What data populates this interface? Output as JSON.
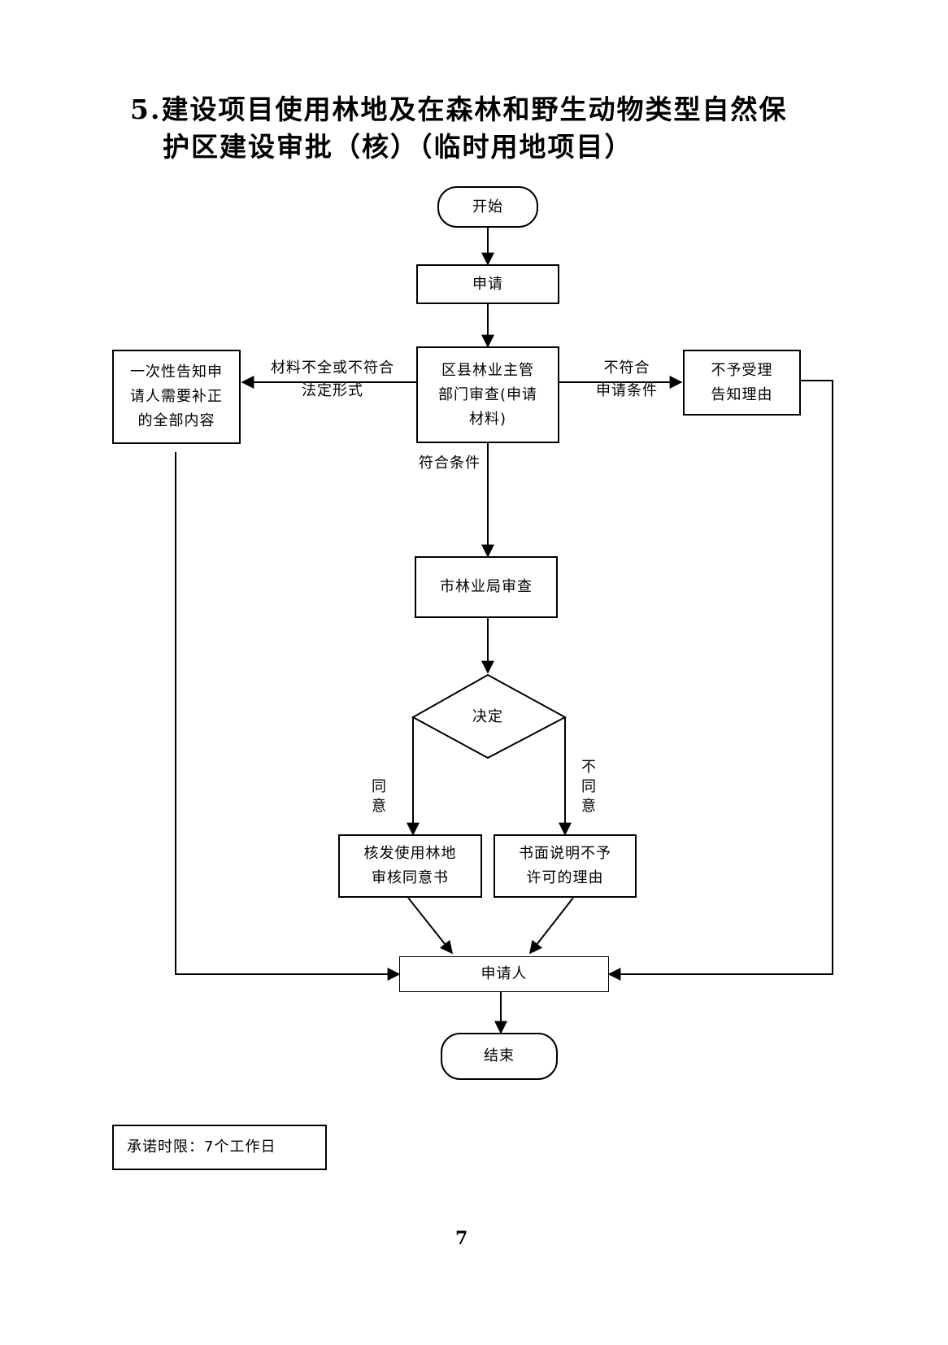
{
  "title": {
    "line1": "5.建设项目使用林地及在森林和野生动物类型自然保",
    "line2": "护区建设审批（核）（临时用地项目）"
  },
  "nodes": {
    "start": "开始",
    "apply": "申请",
    "district_review": "区县林业主管\n部门审查(申请\n材料)",
    "notify_correction": "一次性告知申\n请人需要补正\n的全部内容",
    "not_accepted": "不予受理\n告知理由",
    "city_review": "市林业局审查",
    "decision": "决定",
    "issue_consent": "核发使用林地\n审核同意书",
    "written_explanation": "书面说明不予\n许可的理由",
    "applicant": "申请人",
    "end": "结束"
  },
  "edge_labels": {
    "incomplete": "材料不全或不符合\n法定形式",
    "not_eligible": "不符合\n申请条件",
    "eligible": "符合条件",
    "agree": "同意",
    "disagree": "不同意"
  },
  "time_limit": "承诺时限：7个工作日",
  "page_number": "7"
}
